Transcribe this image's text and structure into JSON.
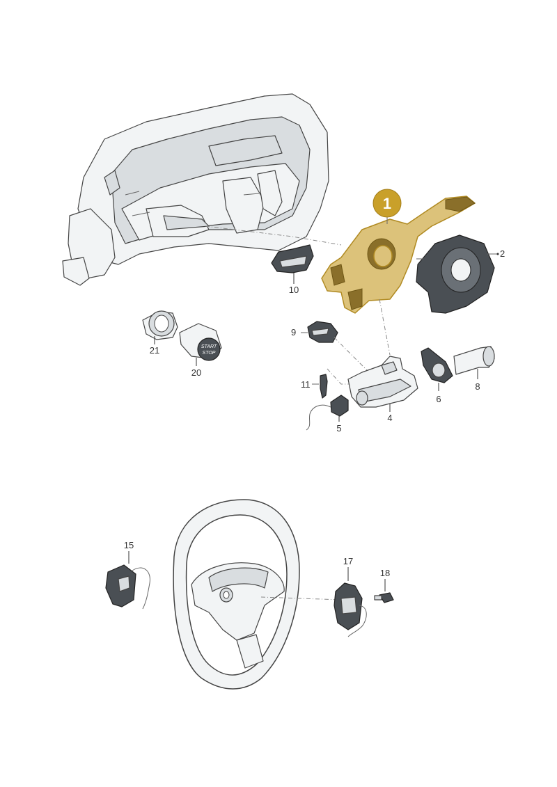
{
  "callouts": [
    {
      "id": "p1",
      "label": "1"
    },
    {
      "id": "p2",
      "label": "2"
    },
    {
      "id": "p4",
      "label": "4"
    },
    {
      "id": "p5",
      "label": "5"
    },
    {
      "id": "p6",
      "label": "6"
    },
    {
      "id": "p8",
      "label": "8"
    },
    {
      "id": "p9",
      "label": "9"
    },
    {
      "id": "p10",
      "label": "10"
    },
    {
      "id": "p11",
      "label": "11"
    },
    {
      "id": "p15",
      "label": "15"
    },
    {
      "id": "p17",
      "label": "17"
    },
    {
      "id": "p18",
      "label": "18"
    },
    {
      "id": "p20",
      "label": "20"
    },
    {
      "id": "p21",
      "label": "21"
    }
  ],
  "button_text": {
    "line1": "START",
    "line2": "STOP"
  },
  "colors": {
    "highlight": "#dcc27a",
    "highlight_badge": "#c9a02a",
    "line": "#444444",
    "part_fill": "#f2f4f5",
    "dark_part": "#4a4f54"
  }
}
